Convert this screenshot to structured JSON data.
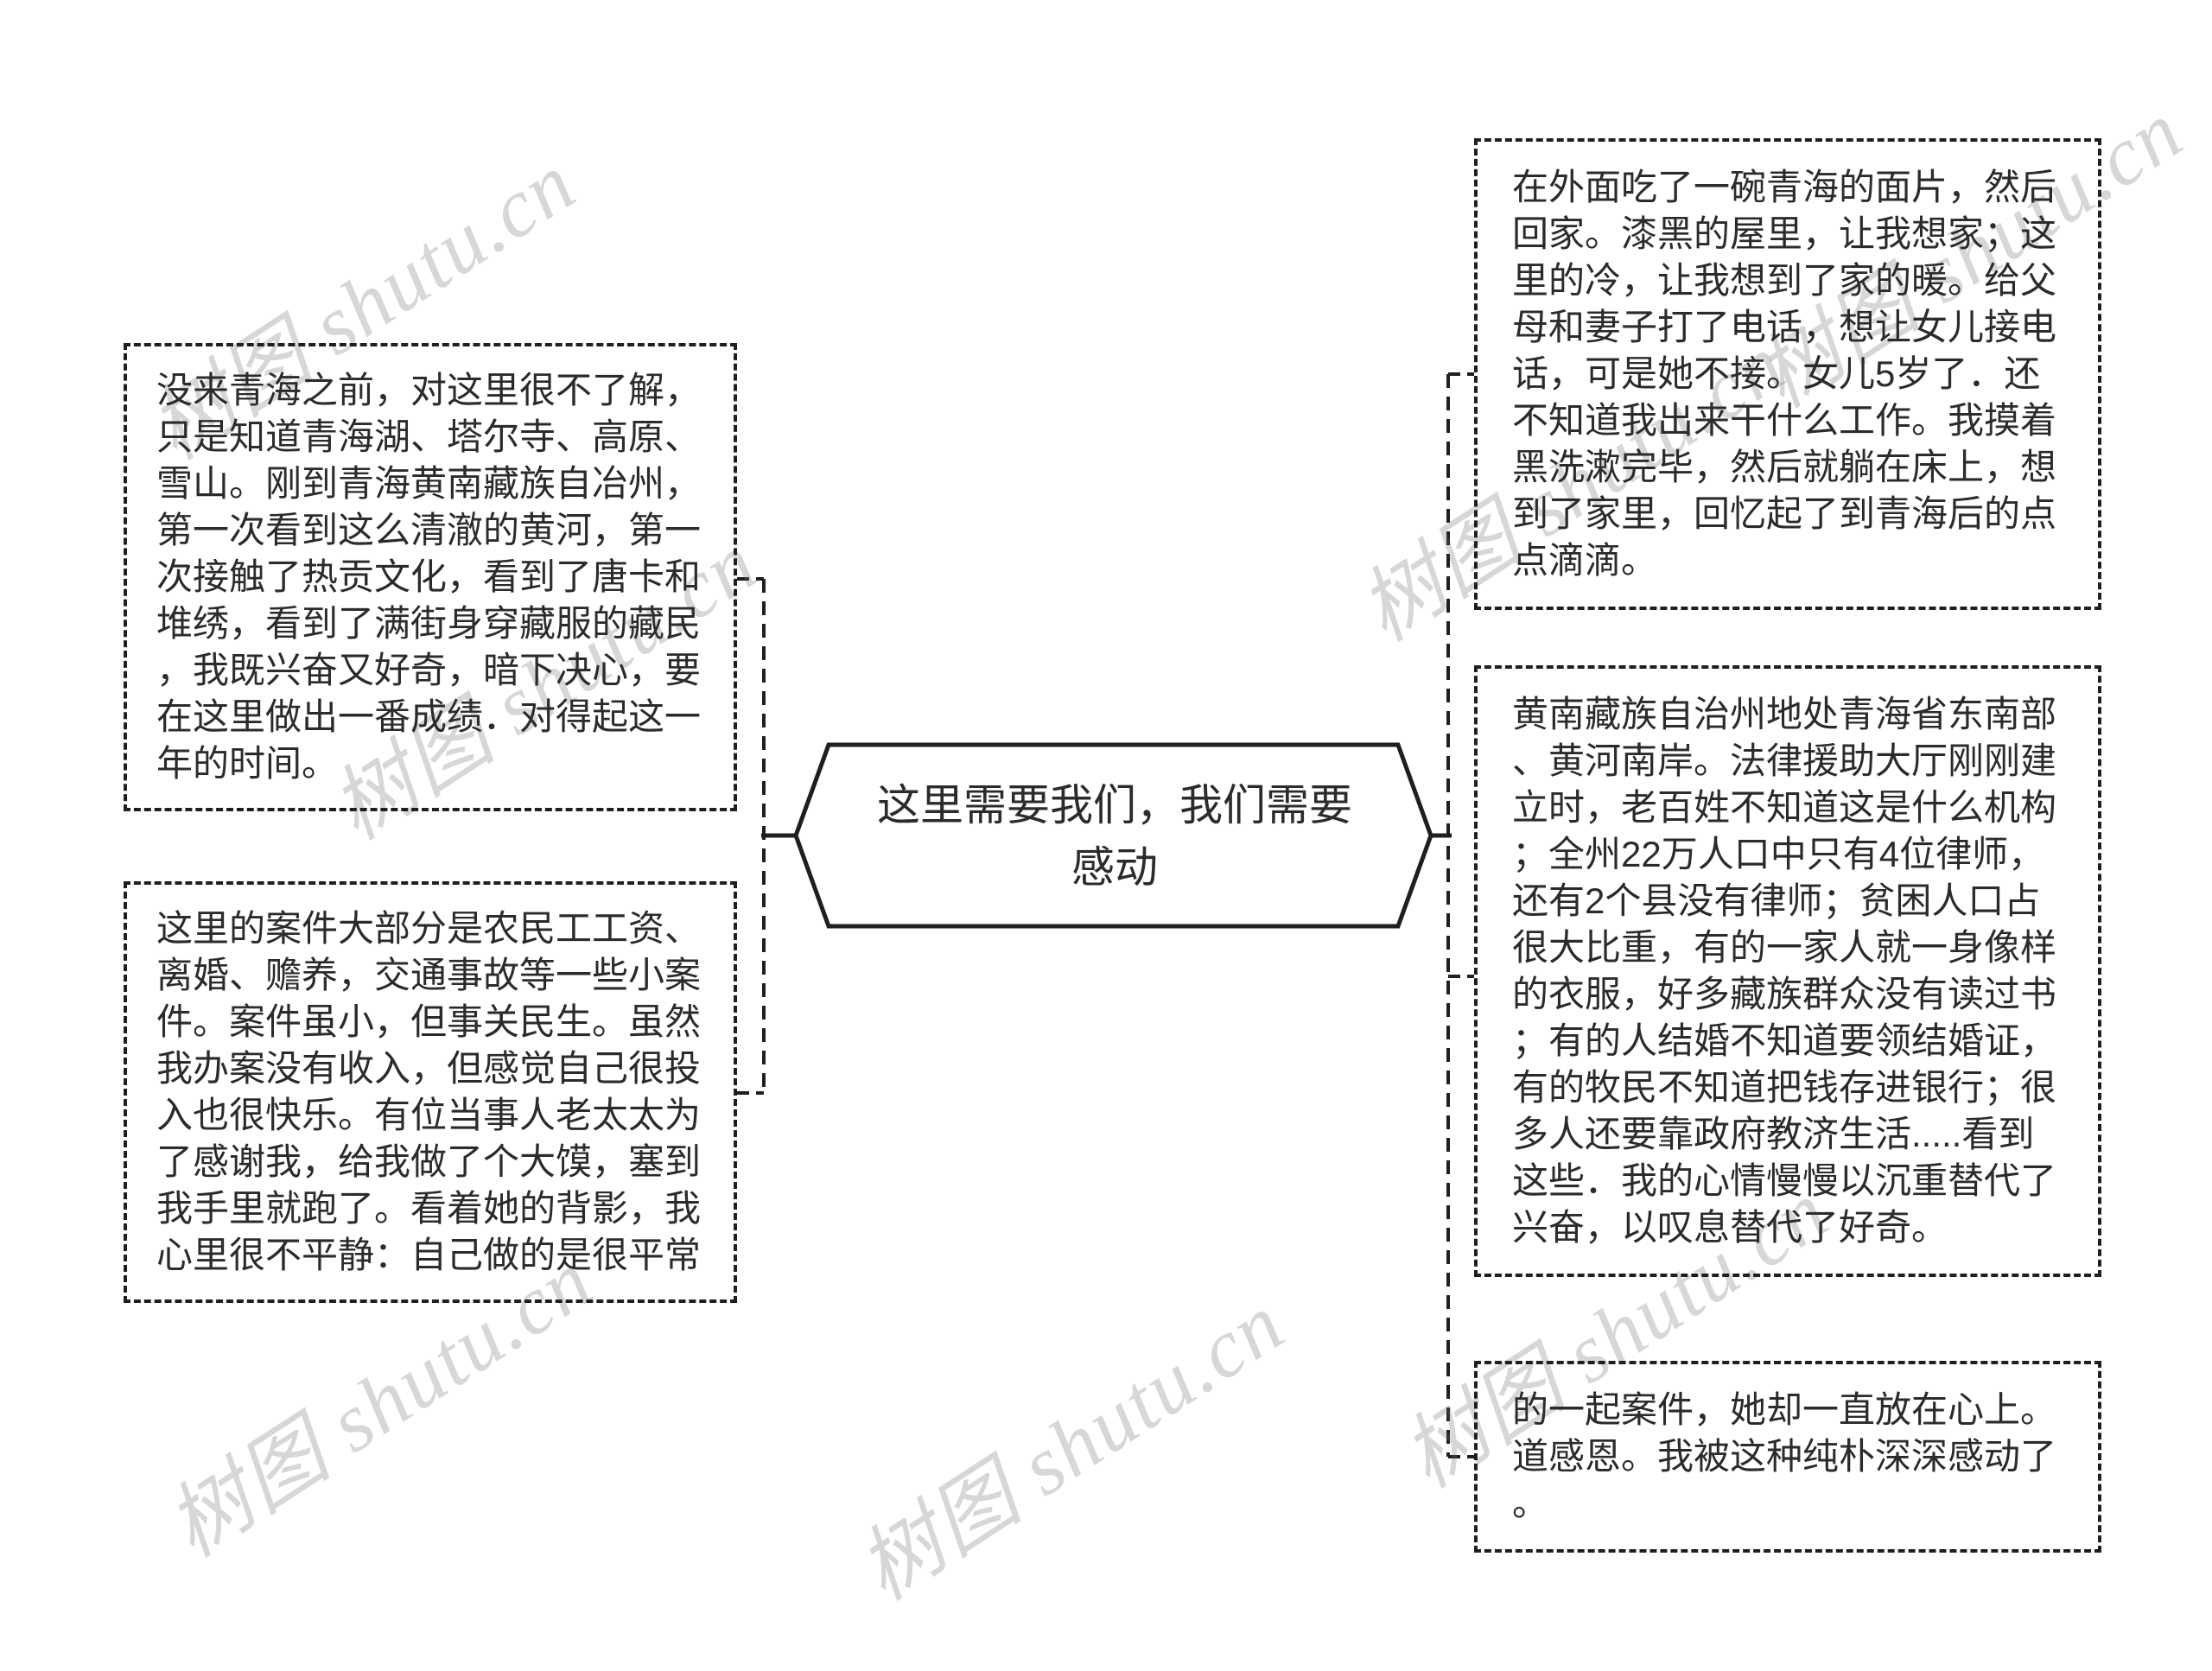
{
  "page": {
    "background": "#ffffff",
    "border_color": "#1f1f1f",
    "text_color": "#2b2b2b",
    "watermark_color": "#cccccc"
  },
  "diagram": {
    "center": {
      "label": "这里需要我们，我们需要感动"
    },
    "left_branches": [
      {
        "text": "没来青海之前，对这里很不了解，只是知道青海湖、塔尔寺、高原、雪山。刚到青海黄南藏族自冶州，第一次看到这么清澈的黄河，第一次接触了热贡文化，看到了唐卡和堆绣，看到了满街身穿藏服的藏民，我既兴奋又好奇，暗下决心，要在这里做出一番成绩．对得起这一年的时间。"
      },
      {
        "text": "这里的案件大部分是农民工工资、离婚、赡养，交通事故等一些小案件。案件虽小，但事关民生。虽然我办案没有收入，但感觉自己很投入也很快乐。有位当事人老太太为了感谢我，给我做了个大馍，塞到我手里就跑了。看着她的背影，我心里很不平静：自己做的是很平常"
      }
    ],
    "right_branches": [
      {
        "text": "在外面吃了一碗青海的面片，然后回家。漆黑的屋里，让我想家；这里的冷，让我想到了家的暖。给父母和妻子打了电话，想让女儿接电话，可是她不接。女儿5岁了．还不知道我出来干什么工作。我摸着黑洗漱完毕，然后就躺在床上，想到了家里，回忆起了到青海后的点点滴滴。"
      },
      {
        "text": "黄南藏族自治州地处青海省东南部、黄河南岸。法律援助大厅刚刚建立时，老百姓不知道这是什么机构；全州22万人口中只有4位律师，还有2个县没有律师；贫困人口占很大比重，有的一家人就一身像样的衣服，好多藏族群众没有读过书；有的人结婚不知道要领结婚证，有的牧民不知道把钱存进银行；很多人还要靠政府教济生活.....看到这些．我的心情慢慢以沉重替代了兴奋，以叹息替代了好奇。"
      },
      {
        "text": "的一起案件，她却一直放在心上。道感恩。我被这种纯朴深深感动了。"
      }
    ],
    "watermark": {
      "text": "树图 shutu.cn"
    }
  }
}
